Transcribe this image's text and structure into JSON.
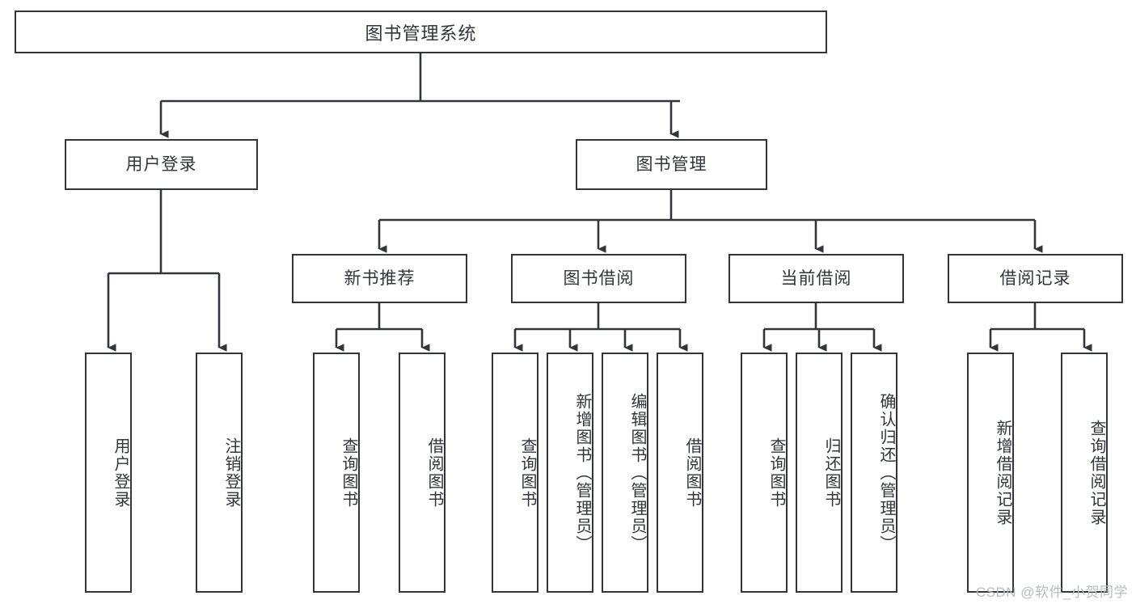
{
  "diagram": {
    "title": "图书管理系统",
    "watermark": "CSDN @软件_小贺同学",
    "colors": {
      "stroke": "#33353a",
      "text": "#33353a",
      "background": "#ffffff",
      "watermark": "#b9bbbe"
    },
    "root": {
      "label": "图书管理系统"
    },
    "level1": [
      {
        "label": "用户登录"
      },
      {
        "label": "图书管理"
      }
    ],
    "level2": [
      {
        "label": "新书推荐"
      },
      {
        "label": "图书借阅"
      },
      {
        "label": "当前借阅"
      },
      {
        "label": "借阅记录"
      }
    ],
    "leaves": {
      "user_login": [
        {
          "label": "用户登录"
        },
        {
          "label": "注销登录"
        }
      ],
      "new_book": [
        {
          "label": "查询图书"
        },
        {
          "label": "借阅图书"
        }
      ],
      "book_borrow": [
        {
          "label": "查询图书"
        },
        {
          "label": "新增图书（管理员）"
        },
        {
          "label": "编辑图书（管理员）"
        },
        {
          "label": "借阅图书"
        }
      ],
      "current_borrow": [
        {
          "label": "查询图书"
        },
        {
          "label": "归还图书"
        },
        {
          "label": "确认归还（管理员）"
        }
      ],
      "borrow_record": [
        {
          "label": "新增借阅记录"
        },
        {
          "label": "查询借阅记录"
        }
      ]
    }
  }
}
